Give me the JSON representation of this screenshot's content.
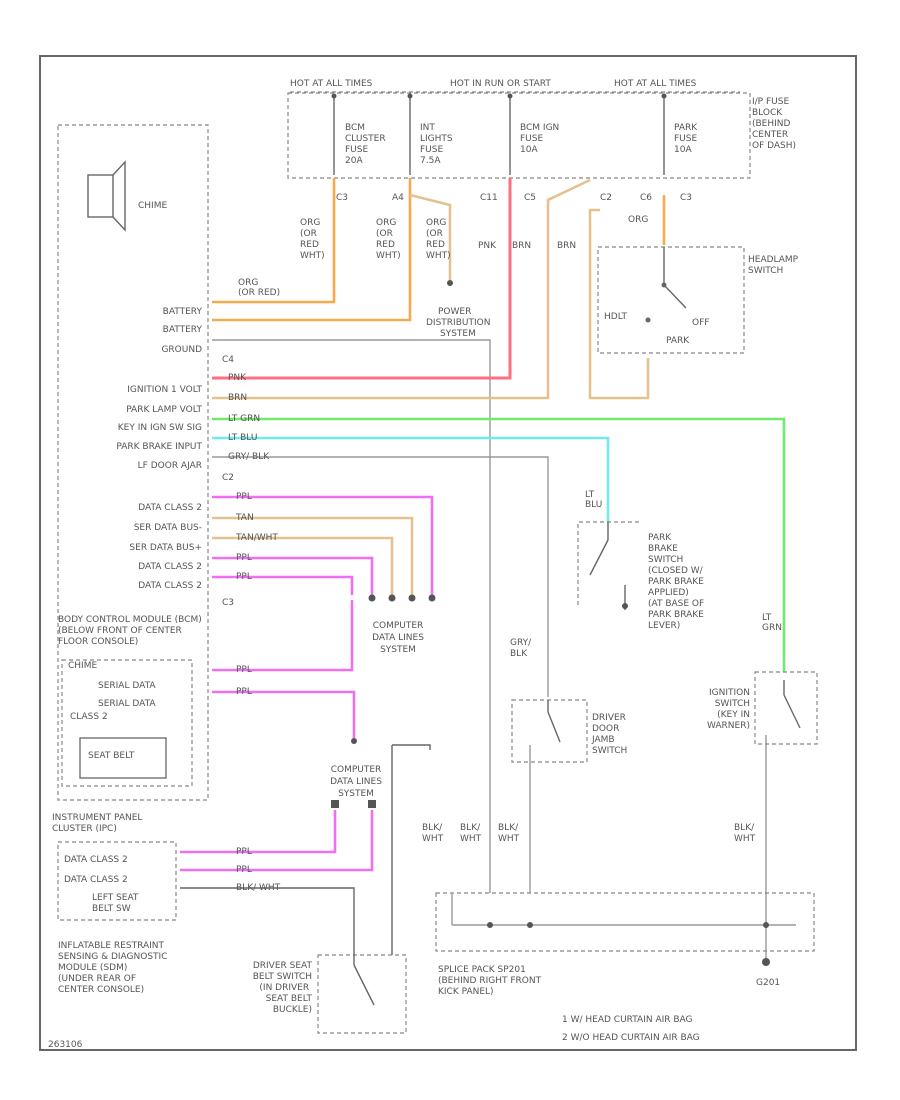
{
  "bus_labels": {
    "hot_run_start": "HOT AT ALL TIMES",
    "hot_run": "HOT IN RUN OR START",
    "hot_all": "HOT AT ALL TIMES"
  },
  "fuse_block": "I/P FUSE BLOCK (BEHIND CENTER OF DASH)",
  "fuses": [
    "BCM CLUSTER FUSE 20A",
    "INT LIGHTS FUSE 7.5A",
    "BCM IGN FUSE 10A",
    "PARK FUSE 10A"
  ],
  "headlamp_switch": "HEADLAMP SWITCH",
  "headlamp_positions": {
    "hdlt": "HDLT",
    "off": "OFF",
    "park": "PARK"
  },
  "power_distribution": "POWER DISTRIBUTION SYSTEM",
  "chime": "CHIME",
  "bcm_pins": [
    "BATTERY",
    "BATTERY",
    "GROUND",
    "IGNITION 1 VOLT",
    "PARK LAMP VOLT",
    "KEY IN IGN SW SIG",
    "PARK BRAKE INPUT",
    "LF DOOR AJAR",
    "DATA CLASS 2",
    "SER DATA BUS-",
    "SER DATA BUS+",
    "DATA CLASS 2",
    "DATA CLASS 2"
  ],
  "connectors": {
    "c4": "C4",
    "c2": "C2",
    "c3": "C3"
  },
  "bcm_title": "BODY CONTROL MODULE (BCM) (BELOW FRONT OF CENTER FLOOR CONSOLE)",
  "bcm_inner": {
    "chime": "CHIME",
    "serial1": "SERIAL DATA",
    "serial2": "SERIAL DATA",
    "class2": "CLASS 2",
    "seatbelt": "SEAT BELT"
  },
  "cdls1": "COMPUTER DATA LINES SYSTEM",
  "cdls2": "COMPUTER DATA LINES SYSTEM",
  "park_brake_switch": "PARK BRAKE SWITCH (CLOSED W/ PARK BRAKE APPLIED) (AT BASE OF PARK BRAKE LEVER)",
  "driver_door_switch": "DRIVER DOOR JAMB SWITCH",
  "ignition_switch": "IGNITION SWITCH (KEY IN WARNER)",
  "ipc_title": "INSTRUMENT PANEL CLUSTER (IPC)",
  "ipc_pins": [
    "DATA CLASS 2",
    "DATA CLASS 2",
    "LEFT SEAT BELT SW"
  ],
  "sdm_title": "INFLATABLE RESTRAINT SENSING & DIAGNOSTIC MODULE (SDM) (UNDER REAR OF CENTER CONSOLE)",
  "seat_belt_switch": "DRIVER SEAT BELT SWITCH (IN DRIVER SEAT BELT BUCKLE)",
  "splice_pack": "SPLICE PACK SP201 (BEHIND RIGHT FRONT KICK PANEL)",
  "ground": "G201",
  "notes": [
    "1 W/ HEAD CURTAIN AIR BAG",
    "2 W/O HEAD CURTAIN AIR BAG"
  ],
  "wire_labels": {
    "org_red": "ORG (OR RED)",
    "org": "ORG",
    "pnk": "PNK",
    "brn": "BRN",
    "ltgrn": "LT GRN",
    "ltblu": "LT BLU",
    "gryblk": "GRY/ BLK",
    "blkwht": "BLK/ WHT",
    "ppl": "PPL",
    "tan": "TAN",
    "tanwht": "TAN/WHT"
  },
  "footer": "263106"
}
